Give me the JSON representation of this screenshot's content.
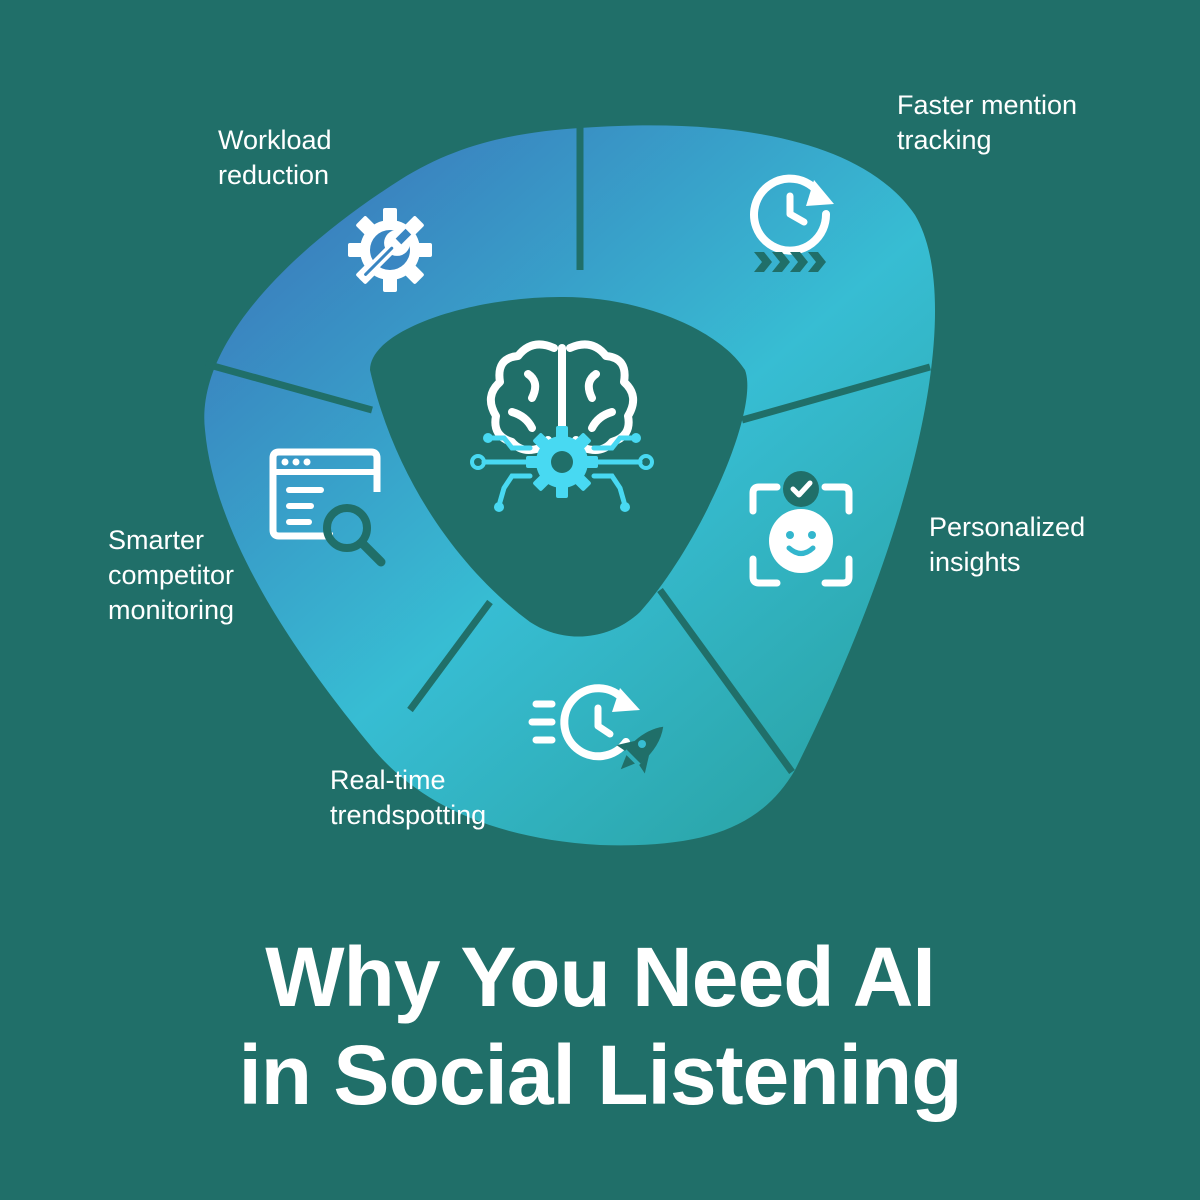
{
  "colors": {
    "background": "#206f69",
    "segment_dark": "#3a82bf",
    "segment_light": "#38bdd4",
    "segment_teal": "#2ea9ad",
    "center": "#206f69",
    "accent": "#48d9f2",
    "text": "#ffffff"
  },
  "segments": [
    {
      "label_lines": [
        "Workload",
        "reduction"
      ],
      "icon": "gear-wrench-icon"
    },
    {
      "label_lines": [
        "Faster mention",
        "tracking"
      ],
      "icon": "clock-fast-forward-icon"
    },
    {
      "label_lines": [
        "Personalized",
        "insights"
      ],
      "icon": "face-check-icon"
    },
    {
      "label_lines": [
        "Real-time",
        "trendspotting"
      ],
      "icon": "clock-rocket-icon"
    },
    {
      "label_lines": [
        "Smarter",
        "competitor",
        "monitoring"
      ],
      "icon": "browser-search-icon"
    }
  ],
  "center_icon": "brain-gear-circuit-icon",
  "title_lines": [
    "Why You Need AI",
    "in Social Listening"
  ]
}
